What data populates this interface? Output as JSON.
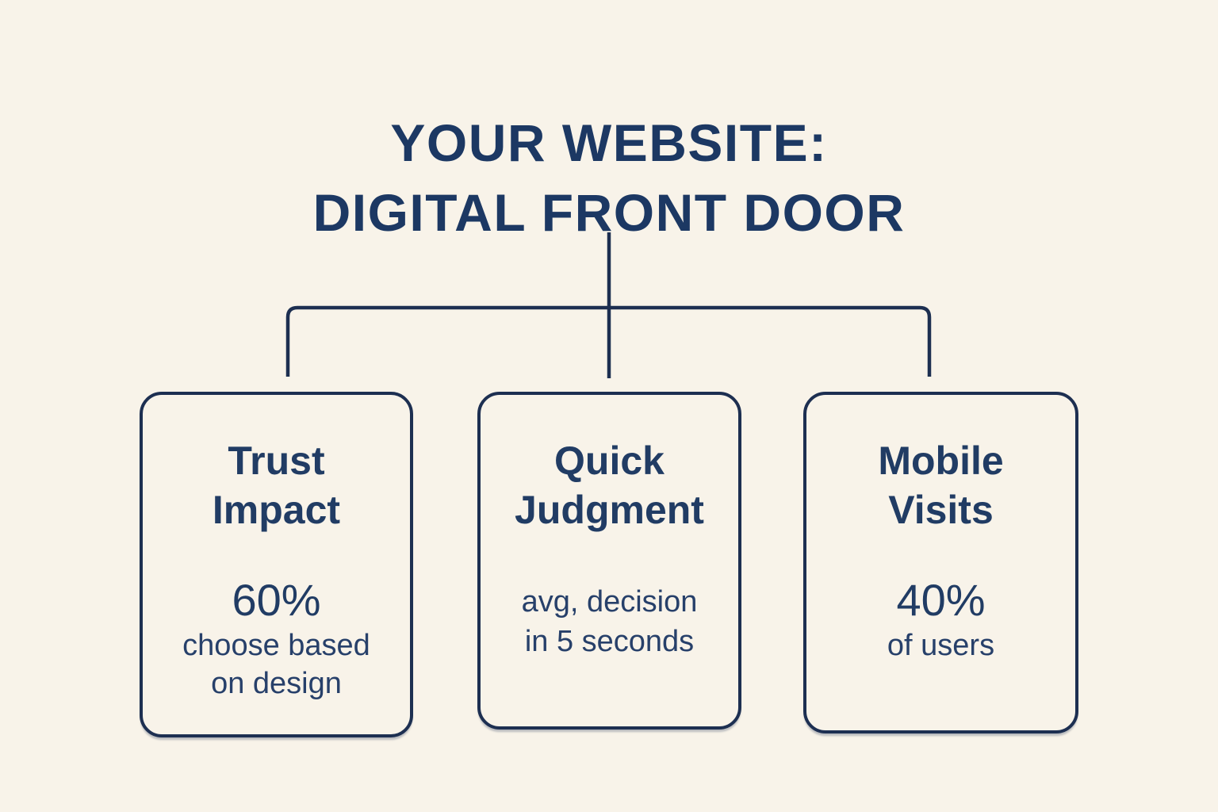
{
  "title": {
    "line1": "YOUR WEBSITE:",
    "line2": "DIGITAL FRONT DOOR"
  },
  "colors": {
    "background": "#f8f3e9",
    "text_navy": "#203a61",
    "line_navy": "#1d2f51"
  },
  "cards": [
    {
      "id": "trust-impact",
      "title_line1": "Trust",
      "title_line2": "Impact",
      "stat": "60%",
      "body_line1": "choose based",
      "body_line2": "on design"
    },
    {
      "id": "quick-judgment",
      "title_line1": "Quick",
      "title_line2": "Judgment",
      "body_line1": "avg, decision",
      "body_line2": "in 5 seconds"
    },
    {
      "id": "mobile-visits",
      "title_line1": "Mobile",
      "title_line2": "Visits",
      "stat": "40%",
      "body_line1": "of users"
    }
  ]
}
